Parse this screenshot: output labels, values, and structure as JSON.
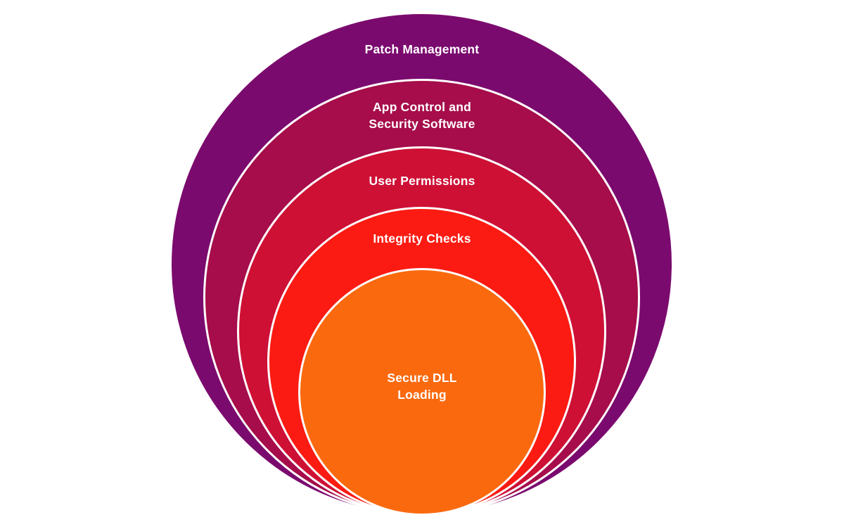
{
  "page": {
    "background": "#ffffff"
  },
  "diagram": {
    "type": "onion-layers",
    "stroke_color": "#ffffff",
    "text_color": "#ffffff",
    "layers": [
      {
        "name": "patch-management",
        "label": "Patch Management",
        "lines": [
          "Patch Management"
        ],
        "color": "#7B0A6E"
      },
      {
        "name": "app-control-and-security-software",
        "label": "App Control and Security Software",
        "lines": [
          "App Control and",
          "Security Software"
        ],
        "color": "#A60D4A"
      },
      {
        "name": "user-permissions",
        "label": "User Permissions",
        "lines": [
          "User Permissions"
        ],
        "color": "#CE1035"
      },
      {
        "name": "integrity-checks",
        "label": "Integrity Checks",
        "lines": [
          "Integrity Checks"
        ],
        "color": "#FB1B12"
      },
      {
        "name": "secure-dll-loading",
        "label": "Secure DLL Loading",
        "lines": [
          "Secure DLL",
          "Loading"
        ],
        "color": "#FA690E"
      }
    ]
  }
}
